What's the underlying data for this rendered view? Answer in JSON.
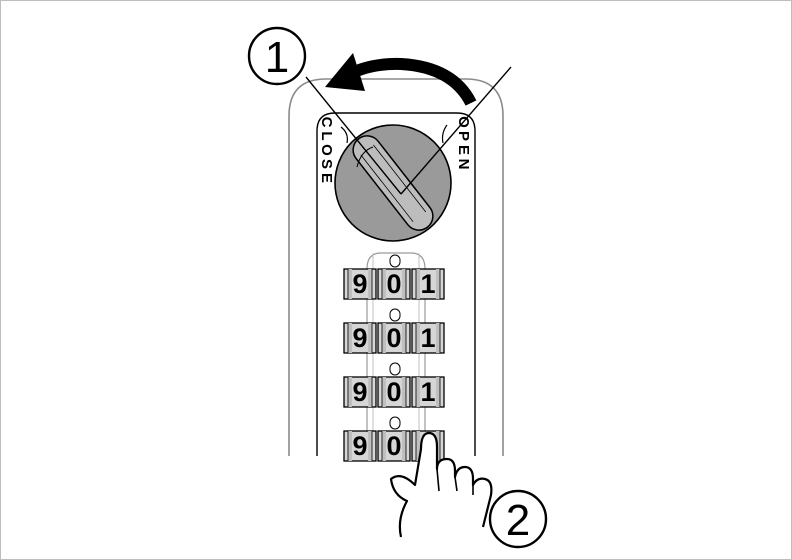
{
  "steps": [
    {
      "label": "1",
      "icon": "counterclockwise-arrow-icon"
    },
    {
      "label": "2",
      "icon": "pointing-hand-icon"
    }
  ],
  "labels": {
    "close": "CLOSE",
    "open": "OPEN"
  },
  "colors": {
    "wheel_fill": "#d6d6d6",
    "wheel_shade": "#bfbfbf",
    "dial_fill": "#9a9a9a",
    "line": "#000000",
    "body_outline": "#8a8a8a"
  },
  "dials": [
    {
      "digits": [
        "9",
        "0",
        "1"
      ]
    },
    {
      "digits": [
        "9",
        "0",
        "1"
      ]
    },
    {
      "digits": [
        "9",
        "0",
        "1"
      ]
    },
    {
      "digits": [
        "9",
        "0",
        ""
      ]
    }
  ]
}
